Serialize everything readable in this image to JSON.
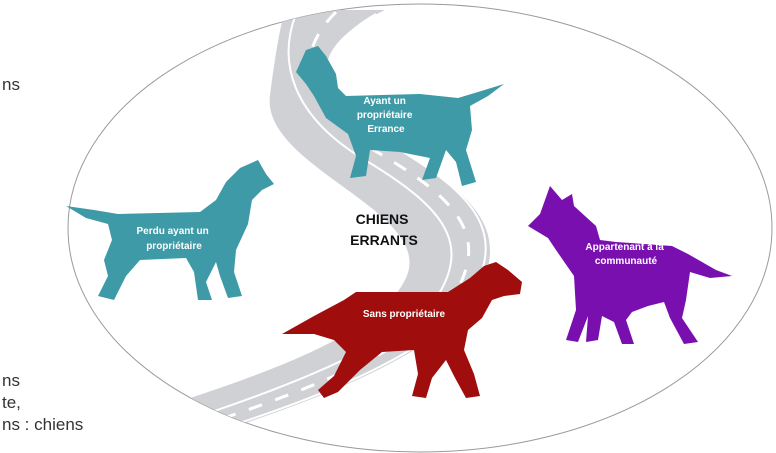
{
  "background_text": {
    "line1": "ns",
    "line2": "ns",
    "line3": "te,",
    "line4_prefix": "ns :",
    "line4_link": "chiens"
  },
  "diagram": {
    "center": {
      "line1": "CHIENS",
      "line2": "ERRANTS"
    },
    "dogs": [
      {
        "id": "owned-wandering",
        "color": "#3d9aa6",
        "lines": [
          "Ayant un",
          "propriétaire",
          "Errance"
        ]
      },
      {
        "id": "lost-owned",
        "color": "#3d9aa6",
        "lines": [
          "Perdu ayant un",
          "propriétaire"
        ]
      },
      {
        "id": "community",
        "color": "#7a0fb0",
        "lines": [
          "Appartenant à la",
          "communauté"
        ]
      },
      {
        "id": "no-owner",
        "color": "#a00d0d",
        "lines": [
          "Sans propriétaire"
        ]
      }
    ],
    "road_color": "#cfd1d4",
    "road_marking_color": "#ffffff"
  }
}
